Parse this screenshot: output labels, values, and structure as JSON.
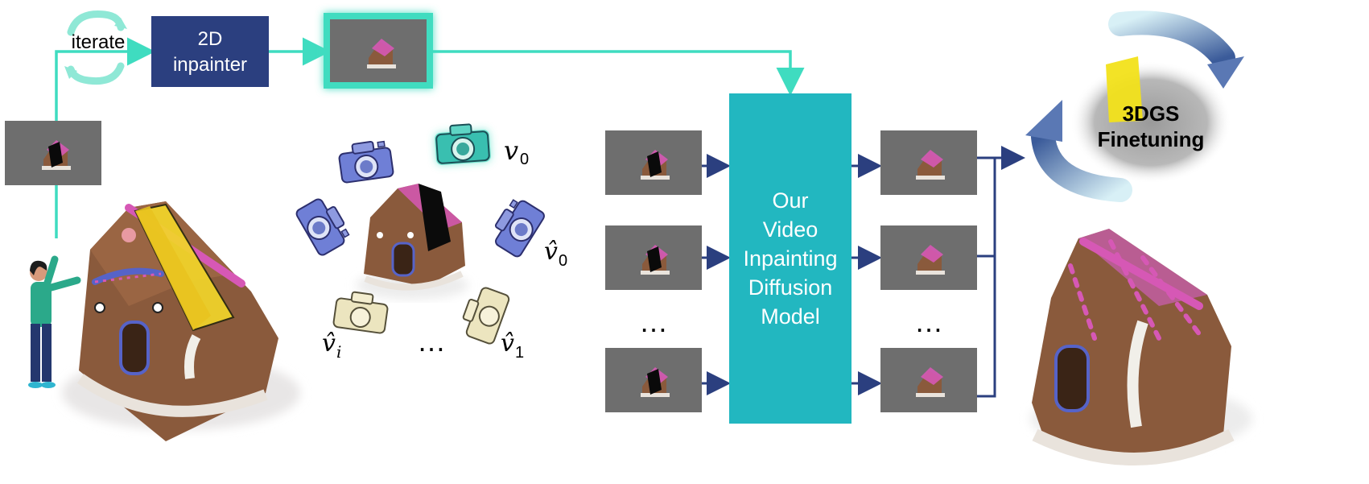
{
  "iterate_label": "iterate",
  "inpainter_box": {
    "line1": "2D",
    "line2": "inpainter"
  },
  "diffusion_box": {
    "lines": [
      "Our",
      "Video",
      "Inpainting",
      "Diffusion",
      "Model"
    ]
  },
  "finetune_cloud": {
    "line1": "3DGS",
    "line2": "Finetuning"
  },
  "camera_labels": {
    "v0": "v",
    "v0_sub": "0",
    "v0hat": "v̂",
    "v0hat_sub": "0",
    "vihat": "v̂",
    "vihat_sub": "i",
    "v1hat": "v̂",
    "v1hat_sub": "1"
  },
  "ellipsis": "…",
  "colors": {
    "teal": "#3fdcc0",
    "navy_box": "#2b3f7f",
    "diffusion_teal": "#22b7c0",
    "arrow_navy": "#2b3f7f",
    "frame_gray": "#6e6e6e",
    "cake_brown": "#8a5a3c",
    "icing_pink": "#d658b5",
    "yellow_mask": "#f2d52a"
  },
  "icons": [
    "person-icon",
    "camera-icon",
    "cycle-arrows-icon",
    "gingerbread-house-image"
  ]
}
